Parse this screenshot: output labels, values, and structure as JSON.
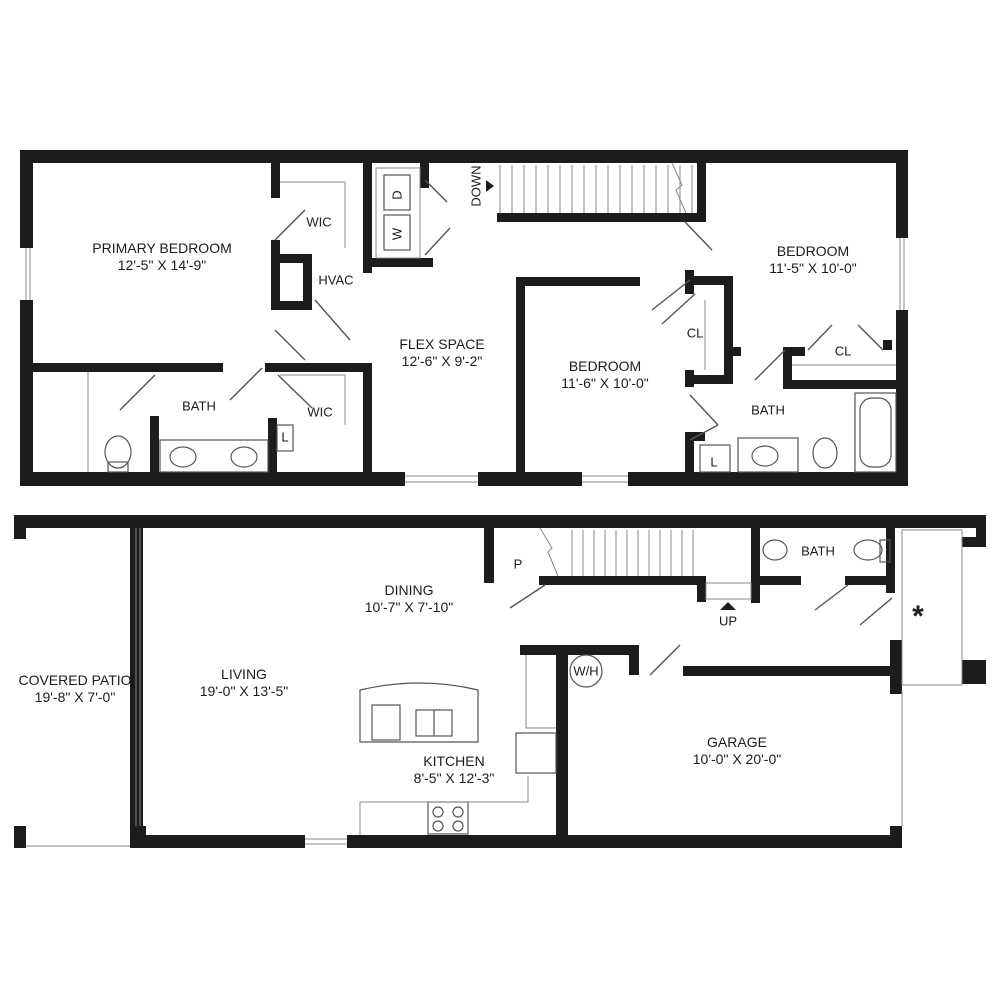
{
  "rooms": {
    "primary_bedroom": {
      "name": "PRIMARY BEDROOM",
      "dims": "12'-5\" X 14'-9\""
    },
    "flex_space": {
      "name": "FLEX SPACE",
      "dims": "12'-6\" X 9'-2\""
    },
    "bedroom_center": {
      "name": "BEDROOM",
      "dims": "11'-6\" X 10'-0\""
    },
    "bedroom_right": {
      "name": "BEDROOM",
      "dims": "11'-5\" X 10'-0\""
    },
    "dining": {
      "name": "DINING",
      "dims": "10'-7\" X 7'-10\""
    },
    "living": {
      "name": "LIVING",
      "dims": "19'-0\" X 13'-5\""
    },
    "covered_patio": {
      "name": "COVERED PATIO",
      "dims": "19'-8\" X 7'-0\""
    },
    "kitchen": {
      "name": "KITCHEN",
      "dims": "8'-5\" X 12'-3\""
    },
    "garage": {
      "name": "GARAGE",
      "dims": "10'-0\" X 20'-0\""
    }
  },
  "labels": {
    "wic_top": "WIC",
    "hvac": "HVAC",
    "wic_bottom": "WIC",
    "bath_left": "BATH",
    "linen_left": "L",
    "washer": "W",
    "dryer": "D",
    "stairs_down": "DOWN",
    "closet_center": "CL",
    "closet_right": "CL",
    "bath_right": "BATH",
    "linen_right": "L",
    "pantry": "P",
    "bath_lower": "BATH",
    "stairs_up": "UP",
    "water_heater": "W/H",
    "entry_mark": "*"
  }
}
